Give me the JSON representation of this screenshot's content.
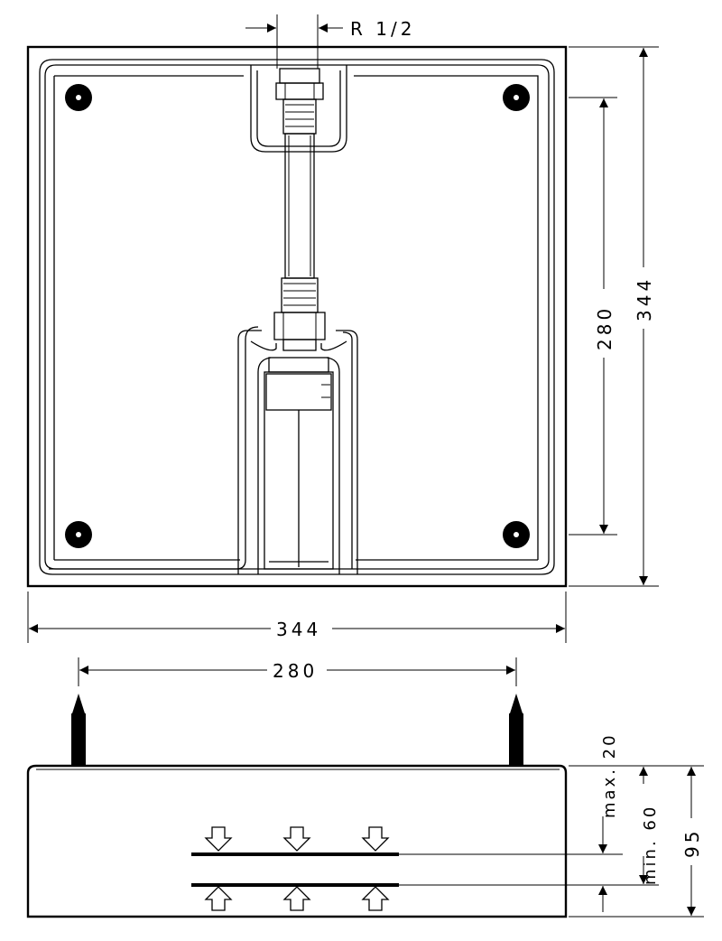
{
  "drawing": {
    "top_view": {
      "connection_label": "R 1/2",
      "width_label": "344",
      "height_label": "344",
      "bolt_spacing_vertical_label": "280"
    },
    "side_view": {
      "bolt_spacing_label": "280",
      "max_label": "max. 20",
      "min_label": "min. 60",
      "depth_label": "95"
    }
  }
}
